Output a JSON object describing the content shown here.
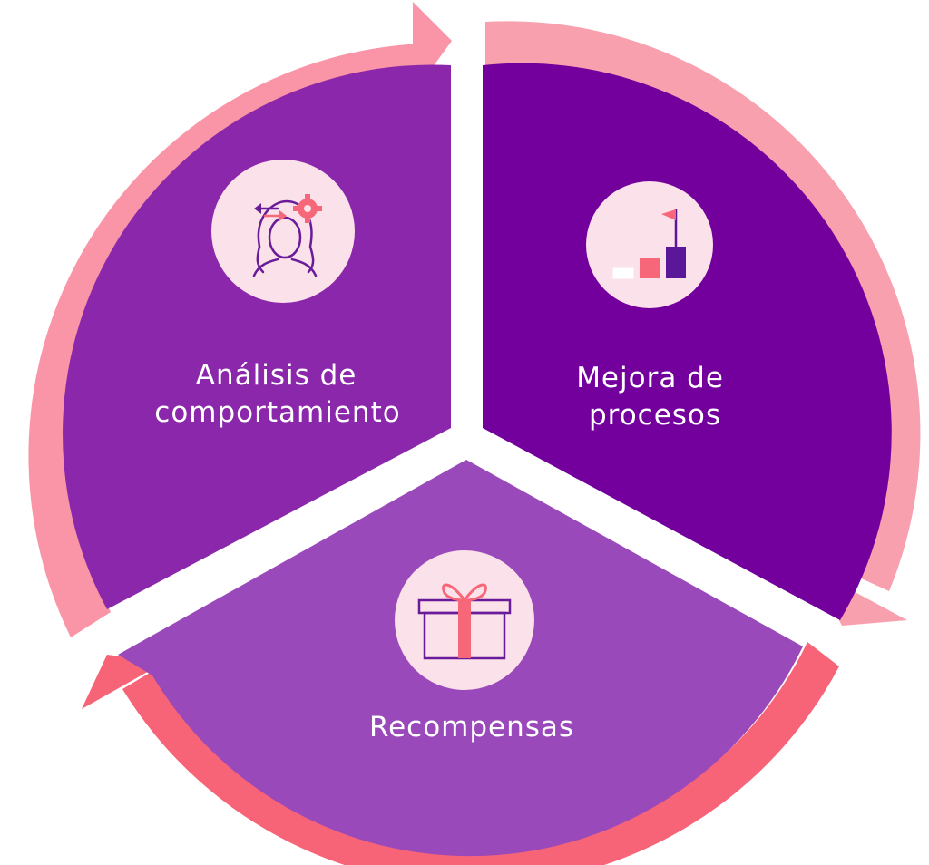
{
  "diagram": {
    "segments": [
      {
        "id": "analisis",
        "label_lines": [
          "Análisis de",
          "comportamiento"
        ],
        "color": "#8A27AA",
        "icon": "behavior-analysis-icon"
      },
      {
        "id": "mejora",
        "label_lines": [
          "Mejora de",
          "procesos"
        ],
        "color": "#73009C",
        "icon": "process-improvement-icon"
      },
      {
        "id": "recompensas",
        "label_lines": [
          "Recompensas"
        ],
        "color": "#9A49BA",
        "icon": "gift-icon"
      }
    ],
    "arrow_colors": {
      "left": "#F995A6",
      "right": "#F8A0AE",
      "bottom": "#F76377"
    },
    "icon_bg_color": "#FBE1E9",
    "text_color": "#FFFFFF"
  }
}
